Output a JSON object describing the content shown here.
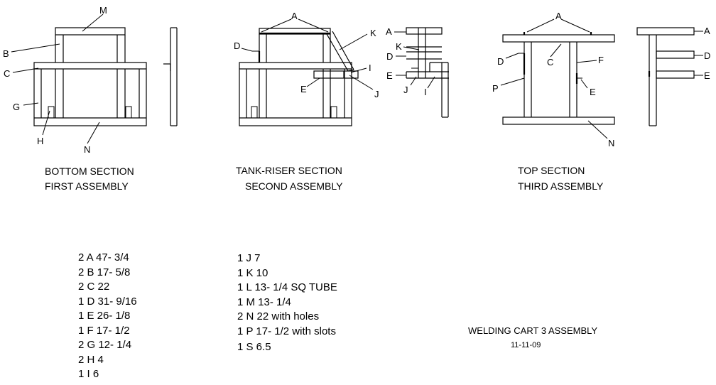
{
  "captions": {
    "bottom": [
      "BOTTOM SECTION",
      "FIRST ASSEMBLY"
    ],
    "tank": [
      "TANK-RISER SECTION",
      "SECOND ASSEMBLY"
    ],
    "top": [
      "TOP SECTION",
      "THIRD ASSEMBLY"
    ]
  },
  "labels": {
    "bottom": {
      "M": "M",
      "B": "B",
      "C": "C",
      "G": "G",
      "H": "H",
      "N": "N"
    },
    "tank": {
      "A": "A",
      "K": "K",
      "D": "D",
      "I": "I",
      "E": "E",
      "J": "J"
    },
    "tank_side": {
      "A": "A",
      "K": "K",
      "D": "D",
      "E": "E",
      "J": "J",
      "I": "I"
    },
    "top": {
      "A": "A",
      "D": "D",
      "C": "C",
      "F": "F",
      "P": "P",
      "E": "E",
      "N": "N"
    },
    "top_side": {
      "A": "A",
      "D": "D",
      "E": "E"
    }
  },
  "parts_left": [
    "2 A 47- 3/4",
    "2 B 17- 5/8",
    "2 C 22",
    "1 D 31- 9/16",
    "1 E 26- 1/8",
    "1 F 17- 1/2",
    "2 G 12- 1/4",
    "2 H 4",
    "1  I  6"
  ],
  "parts_right": [
    "1 J  7",
    "1 K 10",
    "1 L 13- 1/4 SQ TUBE",
    "1 M 13- 1/4",
    "2 N 22 with holes",
    "1 P 17- 1/2 with slots",
    "1 S 6.5"
  ],
  "title": "WELDING CART 3 ASSEMBLY",
  "date": "11-11-09"
}
